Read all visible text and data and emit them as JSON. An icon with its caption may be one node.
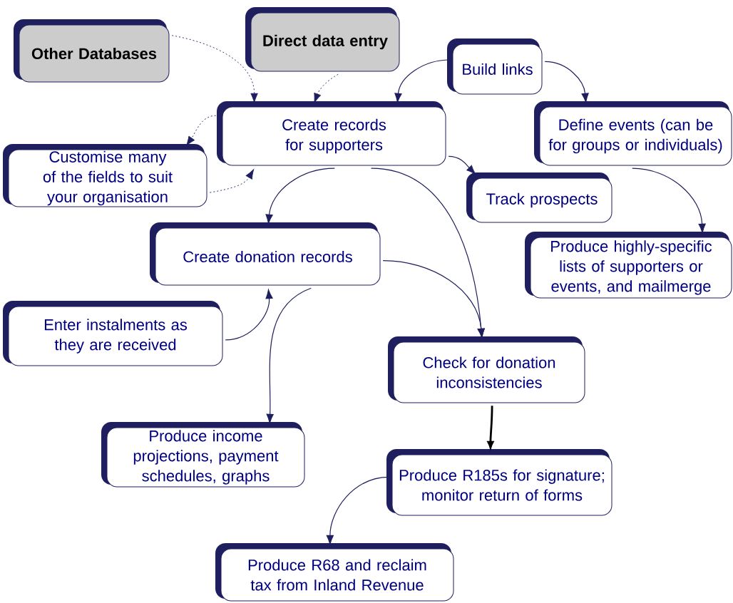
{
  "diagram": {
    "nodes": [
      {
        "text": [
          "Other Databases"
        ]
      },
      {
        "text": [
          "Direct data entry"
        ]
      },
      {
        "text": [
          "Build links"
        ]
      },
      {
        "text": [
          "Create records for supporters"
        ]
      },
      {
        "text": [
          "Define events (can be for groups or individuals)"
        ]
      },
      {
        "text": [
          "Customise many of the fields to suit your organisation"
        ]
      },
      {
        "text": [
          "Track prospects"
        ]
      },
      {
        "text": [
          "Create donation records"
        ]
      },
      {
        "text": [
          "Produce highly-specific lists of supporters or events, and mailmerge"
        ]
      },
      {
        "text": [
          "Enter instalments as they are received"
        ]
      },
      {
        "text": [
          "Check for donation inconsistencies"
        ]
      },
      {
        "text": [
          "Produce income projections, payment schedules, graphs"
        ]
      },
      {
        "text": [
          "Produce R185s for signature; monitor return of forms"
        ]
      },
      {
        "text": [
          "Produce R68 and reclaim tax from Inland Revenue"
        ]
      }
    ],
    "edges": [
      {
        "from": 0,
        "to": 3,
        "arrow": "to",
        "style": "dashed"
      },
      {
        "from": 1,
        "to": 3,
        "arrow": "to",
        "style": "dashed"
      },
      {
        "from": 3,
        "to": 5,
        "arrow": "to",
        "style": "dashed"
      },
      {
        "from": 5,
        "to": 3,
        "arrow": "to",
        "style": "dashed"
      },
      {
        "from": 2,
        "to": 3,
        "arrow": "to"
      },
      {
        "from": 2,
        "to": 4,
        "arrow": "to"
      },
      {
        "from": 3,
        "to": 6,
        "arrow": "to"
      },
      {
        "from": 4,
        "to": 8,
        "arrow": "to"
      },
      {
        "from": 3,
        "to": 7,
        "arrow": "to"
      },
      {
        "from": 3,
        "to": 10,
        "arrow": "to"
      },
      {
        "from": 7,
        "to": 10,
        "arrow": "to"
      },
      {
        "from": 9,
        "to": 7,
        "arrow": "to"
      },
      {
        "from": 7,
        "to": 11,
        "arrow": "to"
      },
      {
        "from": 10,
        "to": 12,
        "arrow": "to",
        "style": "thick",
        "color": "#000000"
      },
      {
        "from": 12,
        "to": 13,
        "arrow": "to"
      }
    ]
  }
}
